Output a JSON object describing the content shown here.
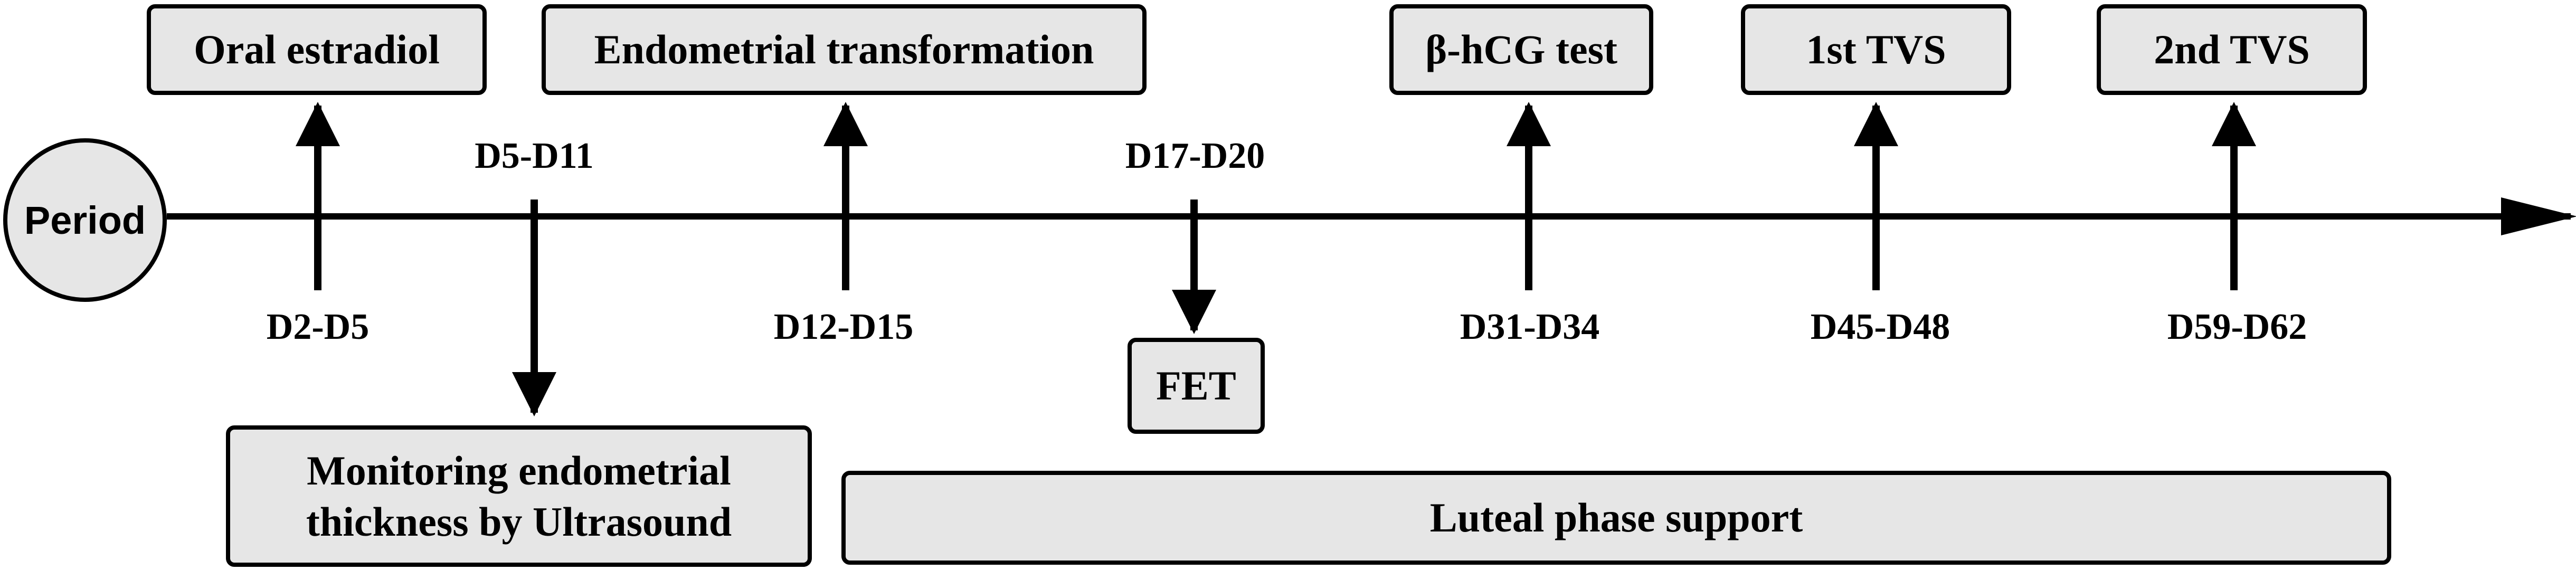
{
  "start_node": "Period",
  "events": [
    {
      "day_label": "D2-D5",
      "box_text": "Oral estradiol"
    },
    {
      "day_label": "D5-D11",
      "box_text": "Monitoring endometrial\nthickness by Ultrasound"
    },
    {
      "day_label": "D12-D15",
      "box_text": "Endometrial transformation"
    },
    {
      "day_label": "D17-D20",
      "box_text": "FET"
    },
    {
      "day_label": "D31-D34",
      "box_text": "β-hCG test"
    },
    {
      "day_label": "D45-D48",
      "box_text": "1st TVS"
    },
    {
      "day_label": "D59-D62",
      "box_text": "2nd TVS"
    }
  ],
  "phase_bar": "Luteal phase support"
}
